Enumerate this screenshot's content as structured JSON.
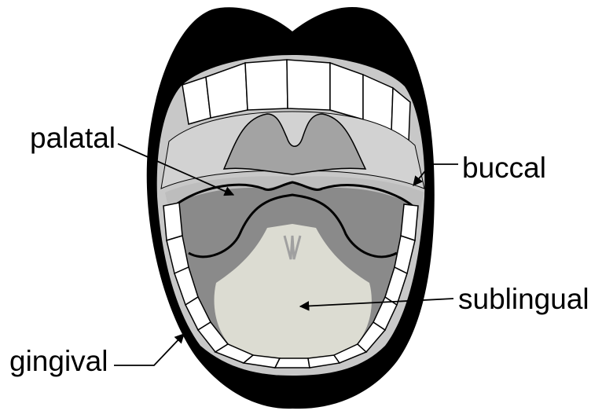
{
  "labels": {
    "palatal": "palatal",
    "buccal": "buccal",
    "sublingual": "sublingual",
    "gingival": "gingival"
  },
  "colors": {
    "lips": "#000000",
    "teeth": "#ffffff",
    "palate_dark": "#a3a3a3",
    "palate_light": "#d2d2d2",
    "cheek": "#c8c8c8",
    "tongue_dark": "#8a8a8a",
    "tongue_mid": "#a0a0a0",
    "floor": "#dcdcd2"
  }
}
